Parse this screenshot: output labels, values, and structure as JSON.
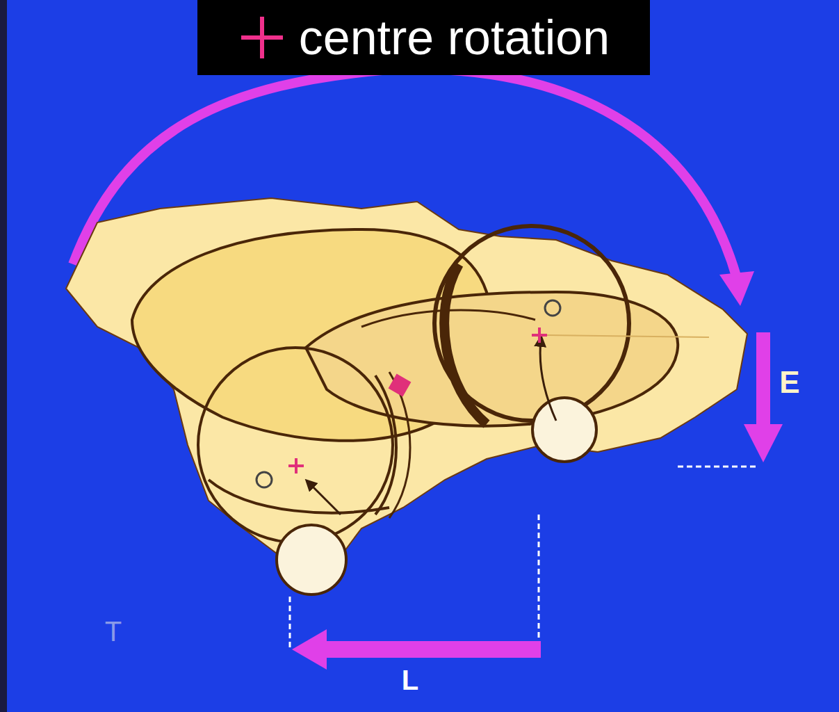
{
  "diagram": {
    "labels": [
      "E",
      "L",
      "T"
    ],
    "legend": [
      {
        "text": "centre rotation"
      }
    ]
  }
}
